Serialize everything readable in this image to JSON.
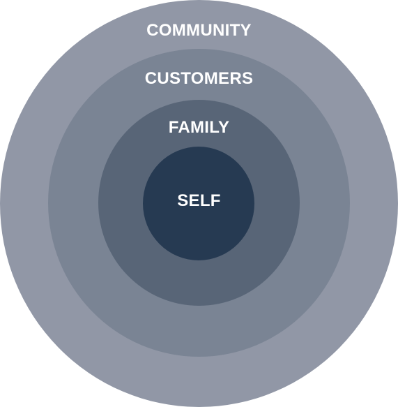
{
  "diagram": {
    "rings": [
      {
        "id": "community",
        "label": "COMMUNITY",
        "color": "#9197a6"
      },
      {
        "id": "customers",
        "label": "CUSTOMERS",
        "color": "#7a8494"
      },
      {
        "id": "family",
        "label": "FAMILY",
        "color": "#586577"
      },
      {
        "id": "self",
        "label": "SELF",
        "color": "#263a52"
      }
    ]
  },
  "colors": {
    "text": "#ffffff",
    "background": "#ffffff"
  }
}
